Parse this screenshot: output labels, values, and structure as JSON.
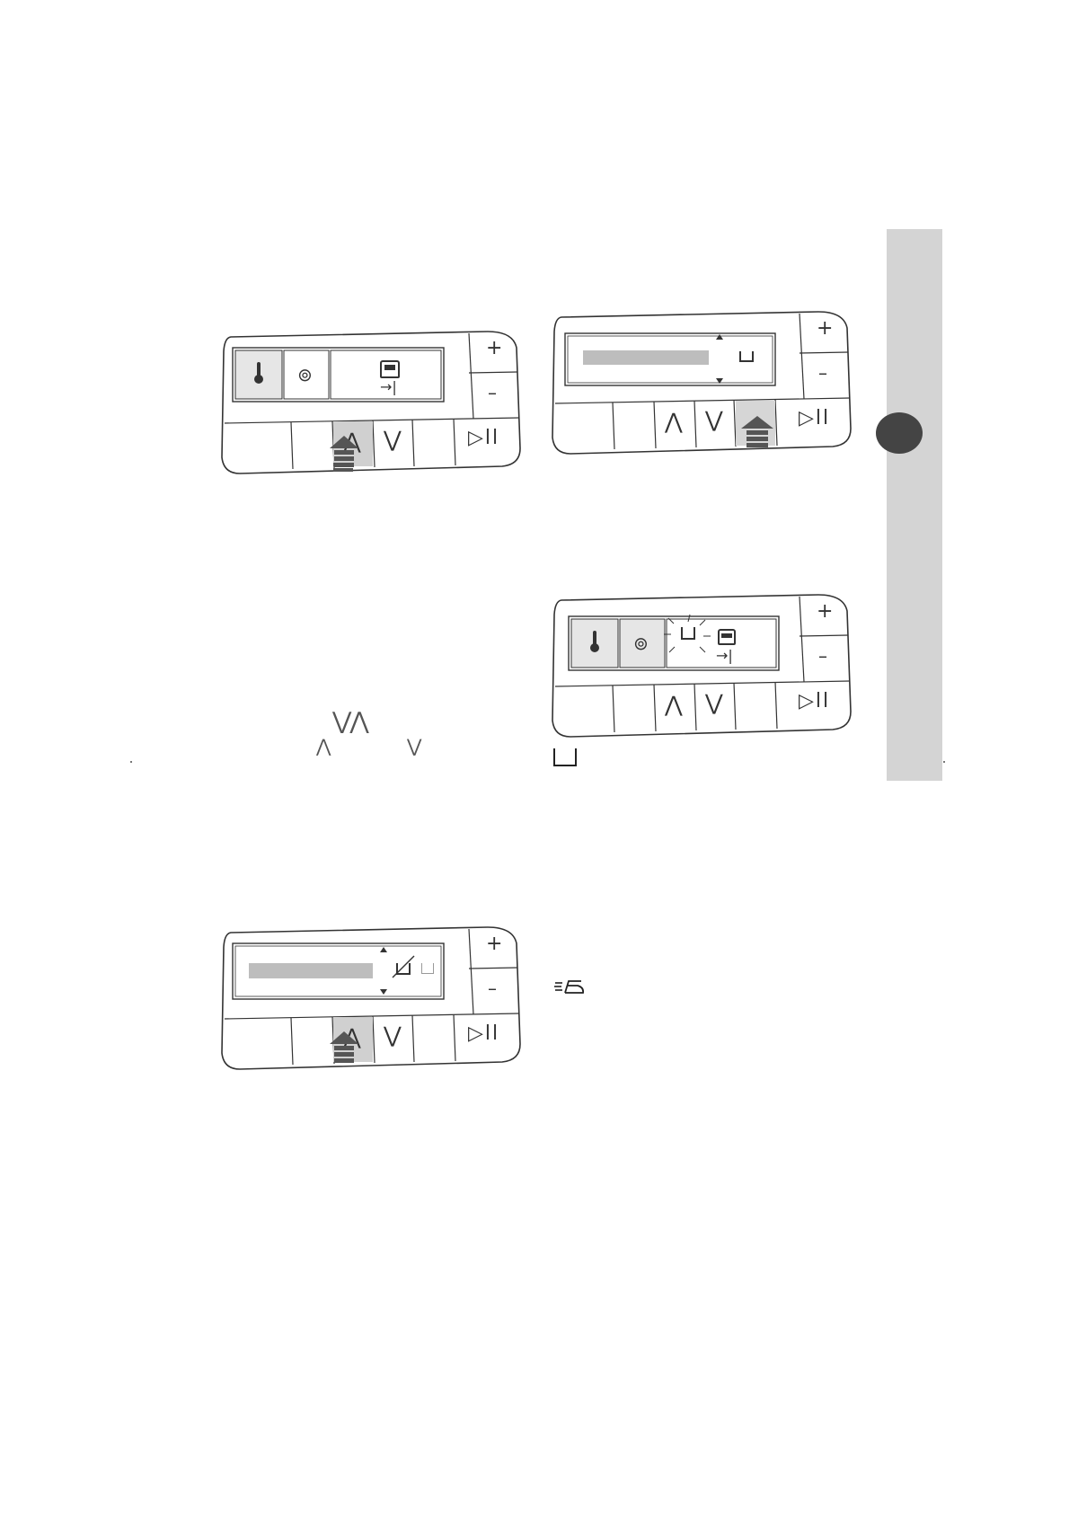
{
  "panels": [
    {
      "id": "panel-1",
      "display": "icons",
      "pressed": "up"
    },
    {
      "id": "panel-2",
      "display": "text-bar",
      "pressed": "option"
    },
    {
      "id": "panel-3",
      "display": "icons-prewash-blink",
      "pressed": null
    },
    {
      "id": "panel-4",
      "display": "text-bar-crossed",
      "pressed": "up"
    }
  ],
  "buttons": {
    "plus_label": "+",
    "minus_label": "–",
    "up_label": "⋀",
    "down_label": "⋁",
    "start_label": "▷ll"
  },
  "loose_icons": {
    "arrows_pair": "⋁⋀",
    "arrow_up": "⋀",
    "arrow_down": "⋁"
  },
  "icon_names": [
    "thermometer-icon",
    "spin-icon",
    "prewash-icon",
    "shirt-icon",
    "end-time-icon",
    "easy-iron-icon"
  ],
  "colors": {
    "tab_strip": "#d4d4d4",
    "tab_circle": "#444444",
    "text_bar": "#bdbdbd",
    "panel_stroke": "#333333"
  }
}
